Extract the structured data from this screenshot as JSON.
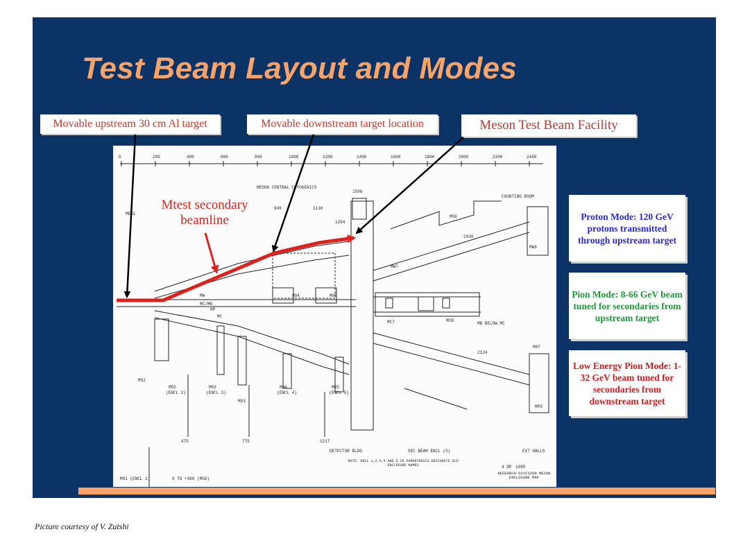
{
  "slide": {
    "title": "Test Beam Layout and Modes",
    "credit": "Picture courtesy of V. Zutshi"
  },
  "labels": {
    "upstream_target": "Movable upstream 30 cm Al target",
    "downstream_target": "Movable downstream target location",
    "facility": "Meson Test Beam Facility",
    "beamline": "Mtest secondary beamline"
  },
  "modes": [
    {
      "text": "Proton Mode: 120 GeV protons transmitted through upstream target",
      "color": "#2a2ad0"
    },
    {
      "text": "Pion Mode: 8-66 GeV beam tuned for secondaries from upstream target",
      "color": "#1f9a3a"
    },
    {
      "text": "Low Energy Pion Mode: 1-32 GeV beam tuned for secondaries from downstream target",
      "color": "#d01d1d"
    }
  ],
  "drawing": {
    "scale_ticks": [
      "0",
      "200",
      "400",
      "600",
      "800",
      "1000",
      "1200",
      "1400",
      "1600",
      "1800",
      "2000",
      "2200",
      "2400"
    ],
    "enclosure_labels": [
      "MS2",
      "M02",
      "M03",
      "M04",
      "M05",
      "MS3",
      "MW",
      "MC/MB",
      "MP",
      "MC",
      "M04",
      "M05",
      "MW7",
      "MW9",
      "M07",
      "MC7",
      "MCB",
      "MS6",
      "MP9",
      "MB BELOW MC",
      "949",
      "1110",
      "1500",
      "2030",
      "2124",
      "1204",
      "COUNTING ROOM",
      "MESON CENTRAL CRYOGENICS",
      "MES1"
    ],
    "encl_sublabels": [
      "(ENCL 2)",
      "(ENCL 3)",
      "(ENCL 4)",
      "(ENCL 5)"
    ],
    "bottom_marks": [
      "475",
      "775",
      "1217"
    ],
    "bottom_labels": [
      "DETECTOR BLDG",
      "SEC BEAM ENCL (S)",
      "EXT HALLS",
      "NOTE: ENCL 1,2,3,4 AND 5 IN PARENTHESIS DESIGNATE OLD ENCLOSURE NAMES",
      "RESEARCH DIVISION MESON ENCLOSURE MAP",
      "MO1 (ENCL 1)",
      "0 TO +360 (MS0)",
      "4 DP",
      "1995"
    ]
  },
  "colors": {
    "slide_bg": "#0b3366",
    "title": "#f7a36a",
    "beam": "#e0211b",
    "accent_bar": "#f7a36a"
  }
}
